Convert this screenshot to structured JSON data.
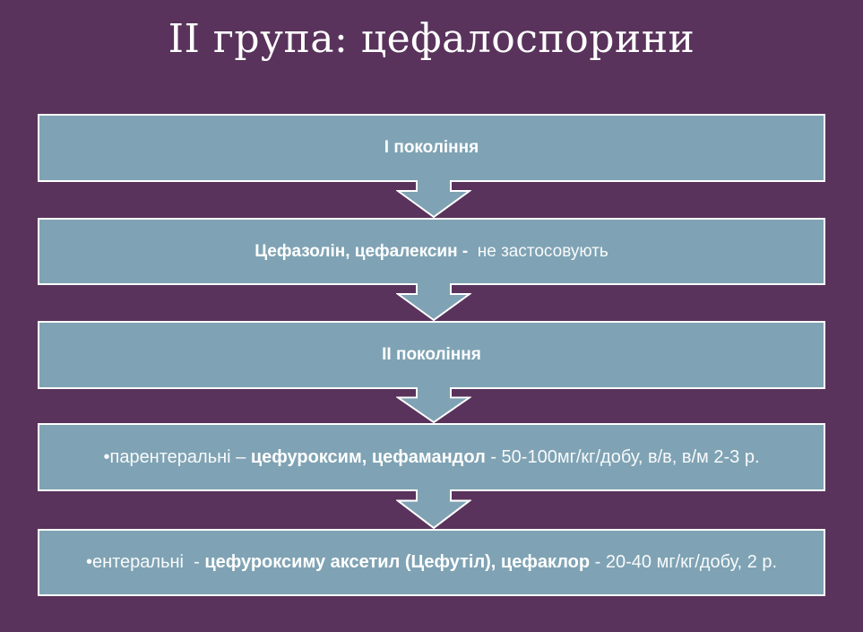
{
  "slide": {
    "title": "ІІ група: цефалоспорини",
    "colors": {
      "background": "#59335c",
      "bar_fill": "#7fa3b4",
      "bar_border": "#ffffff",
      "title_color": "#ffffff",
      "text_color": "#ffffff"
    },
    "steps": [
      {
        "kind": "header",
        "segments": [
          {
            "text": "І покоління",
            "bold": true
          }
        ]
      },
      {
        "kind": "header",
        "segments": [
          {
            "text": "Цефазолін, цефалексин - ",
            "bold": true
          },
          {
            "text": " не застосовують",
            "bold": false
          }
        ]
      },
      {
        "kind": "header",
        "segments": [
          {
            "text": "ІІ покоління",
            "bold": true
          }
        ]
      },
      {
        "kind": "item",
        "segments": [
          {
            "text": "•парентеральні – ",
            "bold": false
          },
          {
            "text": "цефуроксим, цефамандол",
            "bold": true
          },
          {
            "text": " - 50-100мг/кг/добу, в/в, в/м 2-3 р.",
            "bold": false
          }
        ]
      },
      {
        "kind": "item",
        "segments": [
          {
            "text": "•ентеральні  - ",
            "bold": false
          },
          {
            "text": "цефуроксиму аксетил (Цефутіл), цефаклор",
            "bold": true
          },
          {
            "text": " - 20-40 мг/кг/добу, 2 р.",
            "bold": false
          }
        ]
      }
    ]
  }
}
